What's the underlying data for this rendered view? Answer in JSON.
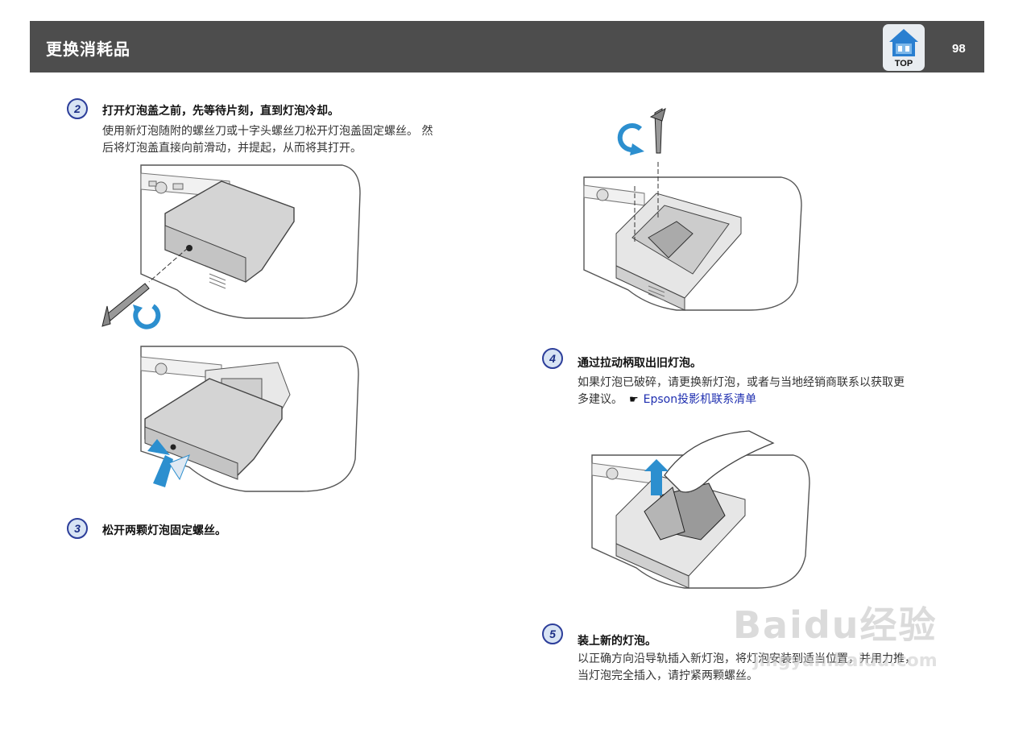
{
  "header": {
    "title": "更换消耗品",
    "top_button_label": "TOP",
    "page_number": "98"
  },
  "steps": [
    {
      "number": "2",
      "heading": "打开灯泡盖之前，先等待片刻，直到灯泡冷却。",
      "body_line1": "使用新灯泡随附的螺丝刀或十字头螺丝刀松开灯泡盖固定螺丝。 然",
      "body_line2": "后将灯泡盖直接向前滑动，并提起，从而将其打开。"
    },
    {
      "number": "3",
      "heading": "松开两颗灯泡固定螺丝。"
    },
    {
      "number": "4",
      "heading": "通过拉动柄取出旧灯泡。",
      "body_line1": "如果灯泡已破碎，请更换新灯泡，或者与当地经销商联系以获取更",
      "body_line2_prefix": "多建议。",
      "link": "Epson投影机联系清单"
    },
    {
      "number": "5",
      "heading": "装上新的灯泡。",
      "body_line1": "以正确方向沿导轨插入新灯泡，将灯泡安装到适当位置，并用力推，",
      "body_line2": "当灯泡完全插入，请拧紧两颗螺丝。"
    }
  ],
  "watermark": {
    "main": "Baidu经验",
    "sub": "jingyan.baidu.com"
  },
  "icons": {
    "top": "home-top-icon",
    "pointer": "hand-pointer-icon"
  }
}
